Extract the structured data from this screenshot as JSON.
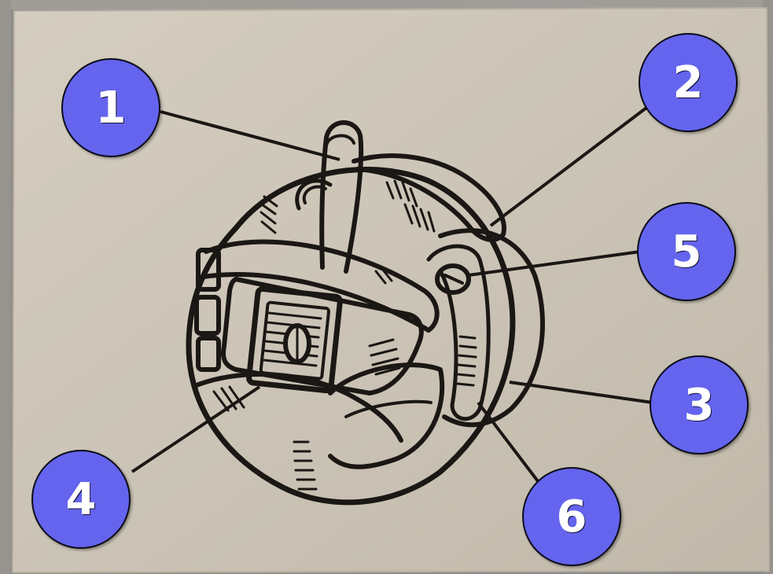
{
  "colors": {
    "paper": "#cfc8bb",
    "frame": "#8d8a86",
    "ink": "#1a1714",
    "badge_fill": "#6464ee",
    "badge_text": "#ffffff"
  },
  "callouts": [
    {
      "label": "1"
    },
    {
      "label": "2"
    },
    {
      "label": "5"
    },
    {
      "label": "3"
    },
    {
      "label": "4"
    },
    {
      "label": "6"
    }
  ]
}
